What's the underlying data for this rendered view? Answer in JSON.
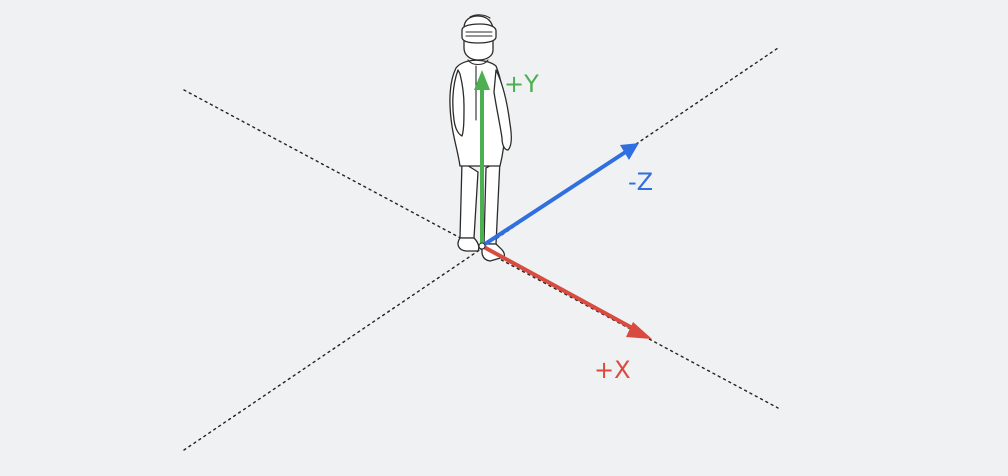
{
  "axes": {
    "y": {
      "label": "+Y",
      "color": "#4caf50"
    },
    "z": {
      "label": "-Z",
      "color": "#2f6fdf"
    },
    "x": {
      "label": "+X",
      "color": "#d94b3f"
    }
  },
  "background_color": "#eff1f3",
  "figure_icon": "person-with-headset-icon"
}
